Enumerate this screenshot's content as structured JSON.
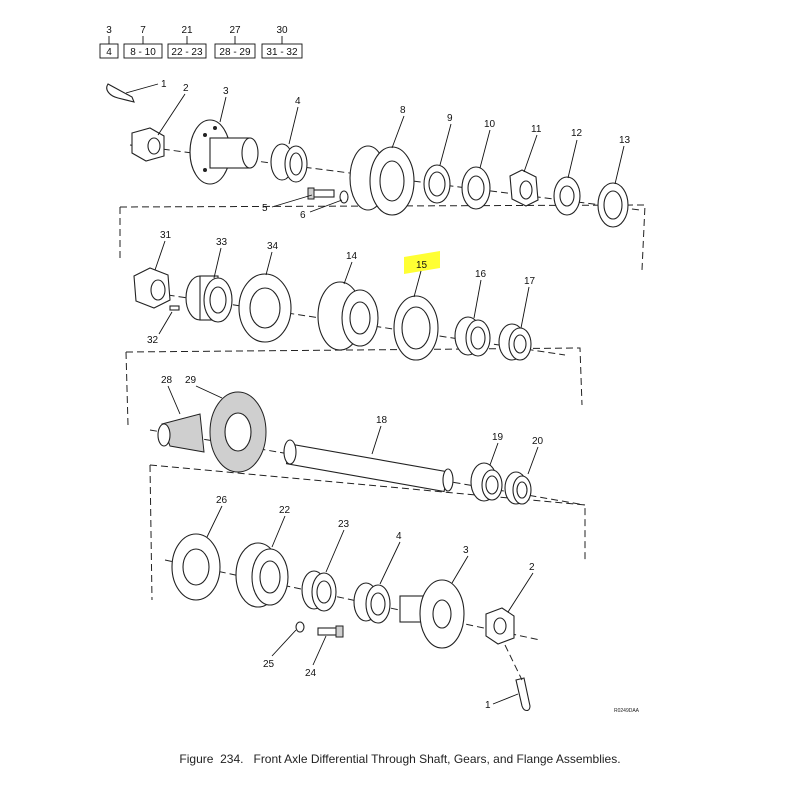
{
  "figure": {
    "number_label": "Figure  234.",
    "title": "Front Axle Differential Through Shaft, Gears, and Flange Assemblies.",
    "reference_code": "R0249DAA"
  },
  "navigation": [
    {
      "item": "3",
      "page": "4"
    },
    {
      "item": "7",
      "page": "8 - 10"
    },
    {
      "item": "21",
      "page": "22 - 23"
    },
    {
      "item": "27",
      "page": "28 - 29"
    },
    {
      "item": "30",
      "page": "31 - 32"
    }
  ],
  "callouts": {
    "row1": [
      "1",
      "2",
      "3",
      "4",
      "5",
      "6",
      "8",
      "9",
      "10",
      "11",
      "12",
      "13"
    ],
    "row2": [
      "31",
      "32",
      "33",
      "34",
      "14",
      "15",
      "16",
      "17"
    ],
    "row3": [
      "28",
      "29",
      "18",
      "19",
      "20"
    ],
    "row4": [
      "26",
      "22",
      "23",
      "4",
      "3",
      "2",
      "25",
      "24",
      "1"
    ]
  },
  "highlighted_callout": "15",
  "colors": {
    "highlight": "#ffff33",
    "line": "#222222"
  }
}
